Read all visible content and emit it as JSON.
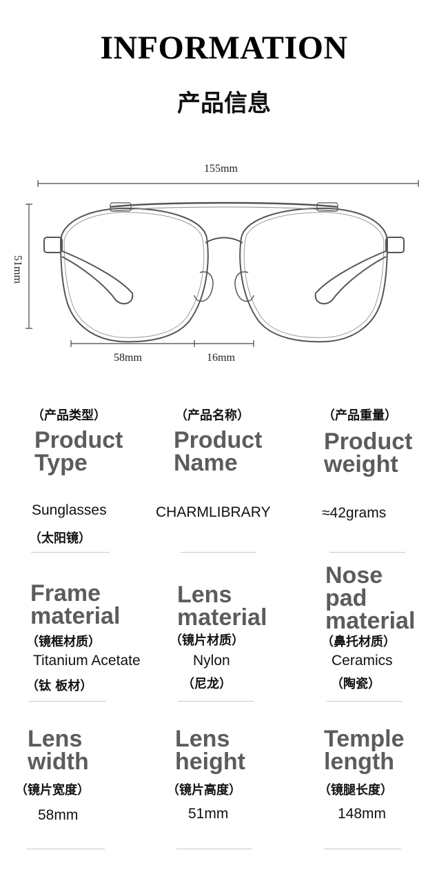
{
  "header": {
    "title_en": "INFORMATION",
    "title_zh": "产品信息"
  },
  "dimensions": {
    "total_width": "155mm",
    "height": "51mm",
    "lens_width": "58mm",
    "bridge": "16mm"
  },
  "specs": {
    "product_type": {
      "zh_tag": "（产品类型）",
      "title": "Product\nType",
      "value": "Sunglasses",
      "value_zh": "（太阳镜）"
    },
    "product_name": {
      "zh_tag": "（产品名称）",
      "title": "Product\nName",
      "value": "CHARMLIBRARY"
    },
    "product_weight": {
      "zh_tag": "（产品重量）",
      "title": "Product\nweight",
      "value": "≈42grams"
    },
    "frame_material": {
      "title": "Frame\nmaterial",
      "zh_tag": "（镜框材质）",
      "value": "Titanium Acetate",
      "value_zh": "（钛 板材）"
    },
    "lens_material": {
      "title": "Lens\nmaterial",
      "zh_tag": "（镜片材质）",
      "value": "Nylon",
      "value_zh": "（尼龙）"
    },
    "nose_pad_material": {
      "title": "Nose\npad\nmaterial",
      "zh_tag": "（鼻托材质）",
      "value": "Ceramics",
      "value_zh": "（陶瓷）"
    },
    "lens_width": {
      "title": "Lens\nwidth",
      "zh_tag": "（镜片宽度）",
      "value": "58mm"
    },
    "lens_height": {
      "title": "Lens\nheight",
      "zh_tag": "（镜片高度）",
      "value": "51mm"
    },
    "temple_length": {
      "title": "Temple\nlength",
      "zh_tag": "（镜腿长度）",
      "value": "148mm"
    }
  }
}
